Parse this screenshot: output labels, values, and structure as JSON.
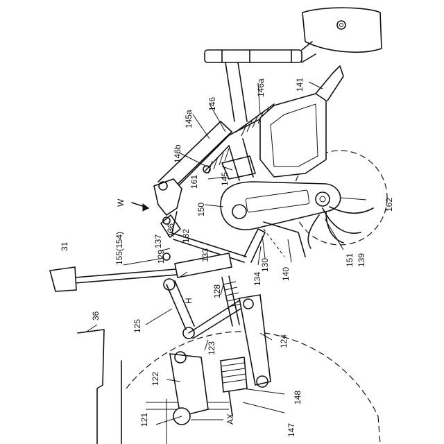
{
  "labels": {
    "l31": "31",
    "l36": "36",
    "l121": "121",
    "l122": "122",
    "l123": "123",
    "l124": "124",
    "l125": "125",
    "l128": "128",
    "l129": "129",
    "l130": "130",
    "l132": "132",
    "l133": "133",
    "l134": "134",
    "l136": "136",
    "l137": "137",
    "l139": "139",
    "l140": "140",
    "l141": "141",
    "l145": "145",
    "l145a": "145a",
    "l145b": "146b",
    "l146": "146",
    "l146a": "146a",
    "l147": "147",
    "l148": "148",
    "l150": "150",
    "l151": "151",
    "l155": "155(154)",
    "l161": "161",
    "l162": "162",
    "lH": "H",
    "lW": "W",
    "lAX": "AX"
  }
}
